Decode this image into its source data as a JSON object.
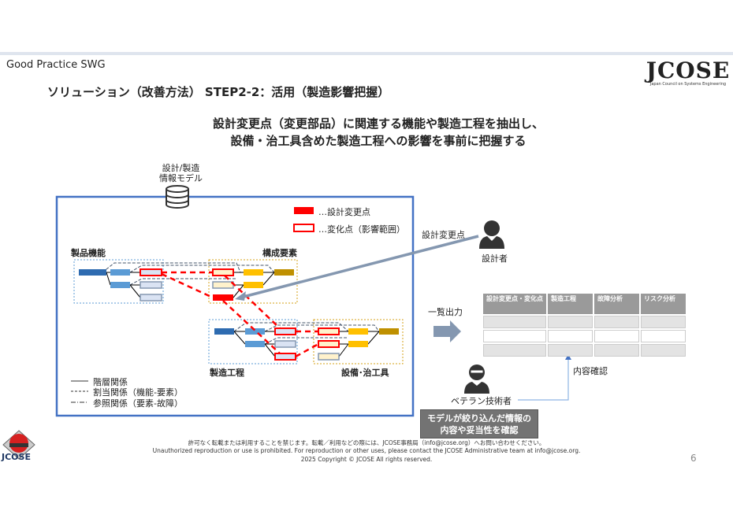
{
  "header": {
    "org": "Good Practice SWG",
    "title": "ソリューション（改善方法） STEP2-2：活用（製造影響把握）",
    "logo_text": "JCOSE",
    "logo_subtitle": "Japan Council on Systems Engineering"
  },
  "headline": [
    "設計変更点（変更部品）に関連する機能や製造工程を抽出し、",
    "設備・治工具含めた製造工程への影響を事前に把握する"
  ],
  "diagram": {
    "db_label": [
      "設計/製造",
      "情報モデル"
    ],
    "legend_top": {
      "changed": "…設計変更点",
      "affected": "…変化点（影響範囲）"
    },
    "groups": {
      "function": "製品機能",
      "component": "構成要素",
      "process": "製造工程",
      "equipment": "設備･治工具"
    },
    "legend_bottom": [
      "階層関係",
      "割当関係（機能-要素）",
      "参照関係（要素-故障）"
    ],
    "colors": {
      "frame": "#4472c4",
      "red": "#ff0000",
      "blue_dark": "#2e6bb0",
      "blue": "#5b9bd5",
      "yellow": "#ffc000",
      "gold": "#bf9000",
      "arrow": "#8497b0"
    }
  },
  "designer": {
    "input_label": "設計変更点",
    "role": "設計者"
  },
  "output": {
    "label": "一覧出力",
    "table_headers": [
      "設計変更点・変化点",
      "製造工程",
      "故障分析",
      "リスク分析"
    ]
  },
  "veteran": {
    "role": "ベテラン技術者",
    "check_label": "内容確認",
    "note": [
      "モデルが絞り込んだ情報の",
      "内容や妥当性を確認"
    ]
  },
  "footer": {
    "lines": [
      "許可なく転載または利用することを禁じます。転載／利用などの際には、JCOSE事務局（info@jcose.org）へお問い合わせください。",
      "Unauthorized reproduction or use is prohibited.  For reproduction or other uses, please contact the JCOSE Administrative team at info@jcose.org.",
      "2025 Copyright © JCOSE All rights reserved."
    ],
    "page": "6",
    "logo_text": "JCOSE"
  }
}
